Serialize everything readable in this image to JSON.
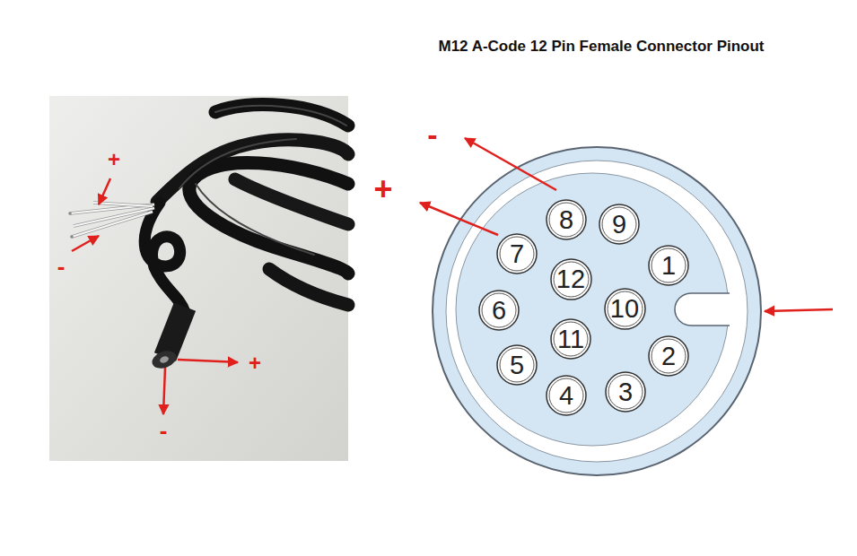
{
  "diagram": {
    "title": "M12 A-Code 12 Pin Female Connector Pinout",
    "nodes": [
      {
        "text": [
          "8"
        ]
      },
      {
        "text": [
          "9"
        ]
      },
      {
        "text": [
          "7"
        ]
      },
      {
        "text": [
          "12"
        ]
      },
      {
        "text": [
          "1"
        ]
      },
      {
        "text": [
          "6"
        ]
      },
      {
        "text": [
          "10"
        ]
      },
      {
        "text": [
          "11"
        ]
      },
      {
        "text": [
          "2"
        ]
      },
      {
        "text": [
          "5"
        ]
      },
      {
        "text": [
          "4"
        ]
      },
      {
        "text": [
          "3"
        ]
      }
    ],
    "labels": [
      "+",
      "-",
      "+",
      "-",
      "-",
      "+"
    ]
  }
}
